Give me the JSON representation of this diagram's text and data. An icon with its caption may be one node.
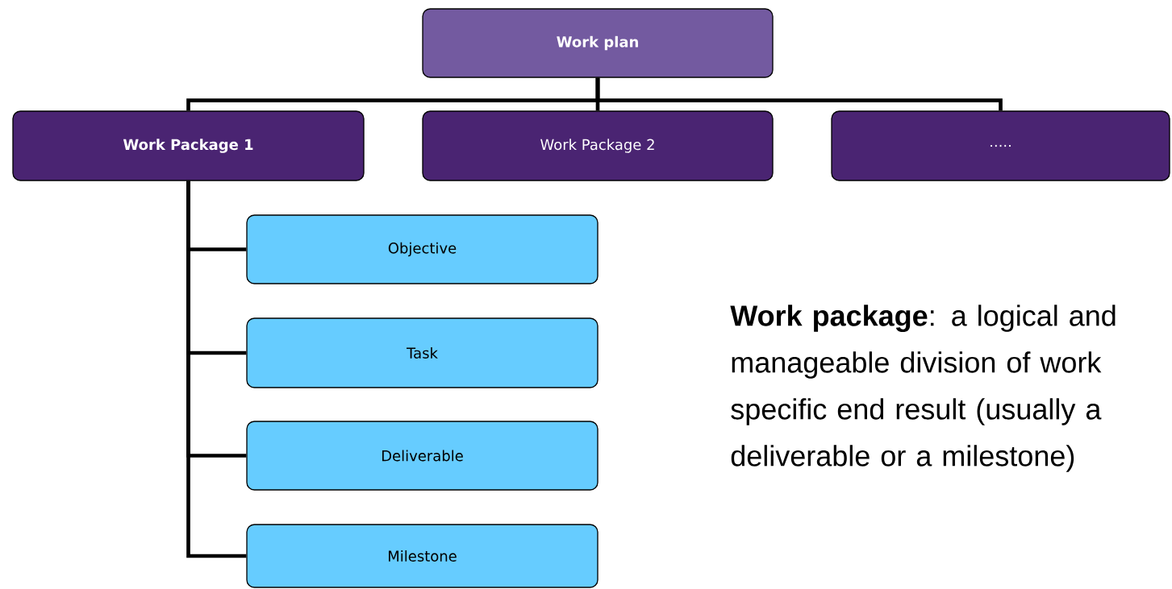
{
  "diagram": {
    "nodes": [
      {
        "text": [
          "Work plan"
        ]
      },
      {
        "text": [
          "Work Package 1"
        ]
      },
      {
        "text": [
          "Work Package 2"
        ]
      },
      {
        "text": [
          "....."
        ]
      },
      {
        "text": [
          "Objective"
        ]
      },
      {
        "text": [
          "Task"
        ]
      },
      {
        "text": [
          "Deliverable"
        ]
      },
      {
        "text": [
          "Milestone"
        ]
      }
    ],
    "edges": [
      {
        "from": 0,
        "to": 1,
        "arrow": "none"
      },
      {
        "from": 0,
        "to": 2,
        "arrow": "none"
      },
      {
        "from": 0,
        "to": 3,
        "arrow": "none"
      },
      {
        "from": 1,
        "to": 4,
        "arrow": "none"
      },
      {
        "from": 1,
        "to": 5,
        "arrow": "none"
      },
      {
        "from": 1,
        "to": 6,
        "arrow": "none"
      },
      {
        "from": 1,
        "to": 7,
        "arrow": "none"
      }
    ],
    "labels": [
      "**Work package**: a logical and manageable division of work specific end result (usually a deliverable or a milestone)"
    ]
  }
}
